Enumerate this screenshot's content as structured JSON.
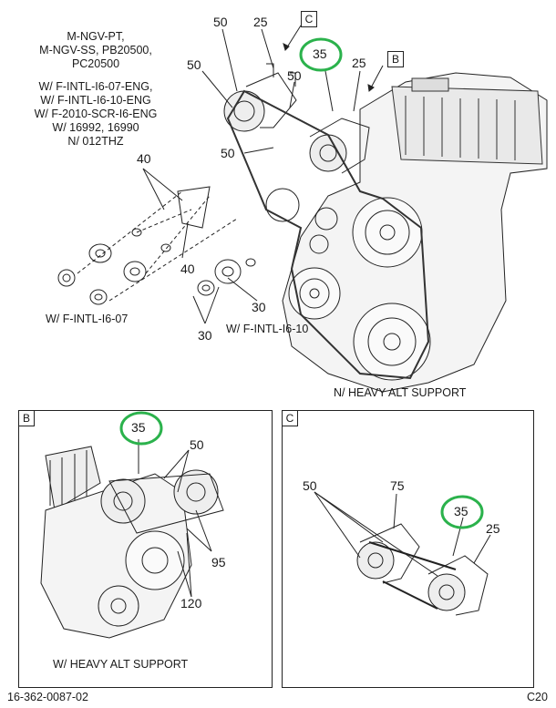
{
  "model_notes": {
    "lines": [
      "M-NGV-PT,",
      "M-NGV-SS, PB20500,",
      "PC20500",
      "",
      "W/ F-INTL-I6-07-ENG,",
      "W/ F-INTL-I6-10-ENG",
      "W/ F-2010-SCR-I6-ENG",
      "W/ 16992, 16990",
      "N/ 012THZ"
    ]
  },
  "main": {
    "callouts": {
      "c50_top": "50",
      "c25_top": "25",
      "c50_left": "50",
      "c50_mid": "50",
      "c35": "35",
      "c25_right": "25",
      "c50_lower": "50",
      "c40_top": "40",
      "c40_bottom": "40",
      "c30_right": "30",
      "c30_bottom": "30"
    },
    "view_tags": {
      "c": "C",
      "b": "B"
    },
    "labels": {
      "intl_i6_07": "W/ F-INTL-I6-07",
      "intl_i6_10": "W/ F-INTL-I6-10",
      "heavy_alt_none": "N/ HEAVY ALT SUPPORT"
    }
  },
  "panel_b": {
    "tag": "B",
    "callouts": {
      "c35": "35",
      "c50": "50",
      "c95": "95",
      "c120": "120"
    },
    "caption": "W/ HEAVY ALT SUPPORT"
  },
  "panel_c": {
    "tag": "C",
    "callouts": {
      "c50": "50",
      "c75": "75",
      "c35": "35",
      "c25": "25"
    }
  },
  "footer": {
    "doc_number": "16-362-0087-02",
    "page": "C20"
  },
  "colors": {
    "highlight_circle": "#2bb24c",
    "line": "#222222"
  }
}
